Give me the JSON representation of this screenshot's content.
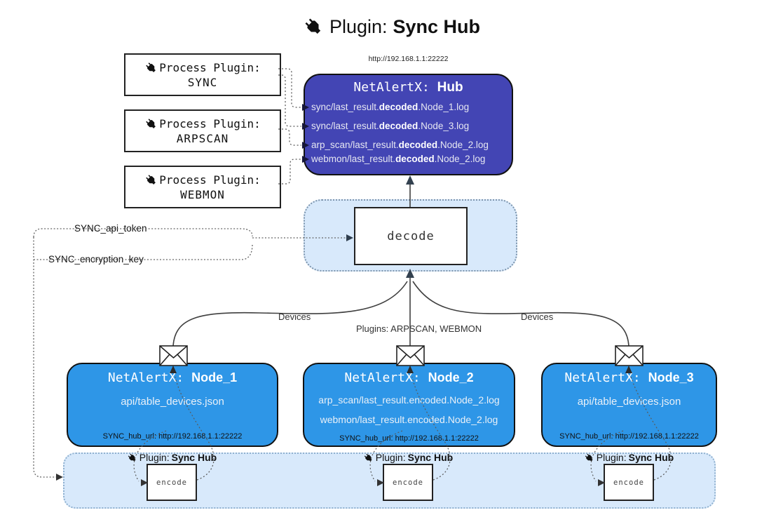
{
  "title": {
    "prefix": "Plugin:",
    "bold": "Sync Hub"
  },
  "process_plugins": [
    {
      "label": "Process Plugin:",
      "name": "SYNC"
    },
    {
      "label": "Process Plugin:",
      "name": "ARPSCAN"
    },
    {
      "label": "Process Plugin:",
      "name": "WEBMON"
    }
  ],
  "hub": {
    "url": "http://192.168.1.1:22222",
    "title_prefix": "NetAlertX: ",
    "title_bold": "Hub",
    "logs": [
      {
        "pre": "sync/last_result.",
        "bold": "decoded",
        "post": ".Node_1.log"
      },
      {
        "pre": "sync/last_result.",
        "bold": "decoded",
        "post": ".Node_3.log"
      },
      {
        "pre": "arp_scan/last_result.",
        "bold": "decoded",
        "post": ".Node_2.log"
      },
      {
        "pre": "webmon/last_result.",
        "bold": "decoded",
        "post": ".Node_2.log"
      }
    ]
  },
  "decode_label": "decode",
  "config_labels": {
    "api_token": "SYNC_api_token",
    "encryption_key": "SYNC_encryption_key"
  },
  "edge_labels": {
    "left": "Devices",
    "middle": "Plugins: ARPSCAN, WEBMON",
    "right": "Devices"
  },
  "nodes": [
    {
      "title_prefix": "NetAlertX: ",
      "title_bold": "Node_1",
      "lines": [
        "api/table_devices.json"
      ],
      "hub_url": "SYNC_hub_url: http://192.168.1.1:22222"
    },
    {
      "title_prefix": "NetAlertX: ",
      "title_bold": "Node_2",
      "lines": [
        "arp_scan/last_result.encoded.Node_2.log",
        "webmon/last_result.encoded.Node_2.log"
      ],
      "hub_url": "SYNC_hub_url: http://192.168.1.1:22222"
    },
    {
      "title_prefix": "NetAlertX: ",
      "title_bold": "Node_3",
      "lines": [
        "api/table_devices.json"
      ],
      "hub_url": "SYNC_hub_url: http://192.168.1.1:22222"
    }
  ],
  "encoders": [
    {
      "plugin_prefix": "Plugin: ",
      "plugin_bold": "Sync Hub",
      "box_label": "encode"
    },
    {
      "plugin_prefix": "Plugin: ",
      "plugin_bold": "Sync Hub",
      "box_label": "encode"
    },
    {
      "plugin_prefix": "Plugin: ",
      "plugin_bold": "Sync Hub",
      "box_label": "encode"
    }
  ],
  "colors": {
    "hub_fill": "#4345b4",
    "node_fill": "#2e96e7",
    "panel_fill": "#d8e9fb",
    "panel_border": "#7d95ad",
    "bar_border": "#8fb0cf",
    "solid_line": "#3f3f3f",
    "dotted_line": "#5a5a5a"
  }
}
